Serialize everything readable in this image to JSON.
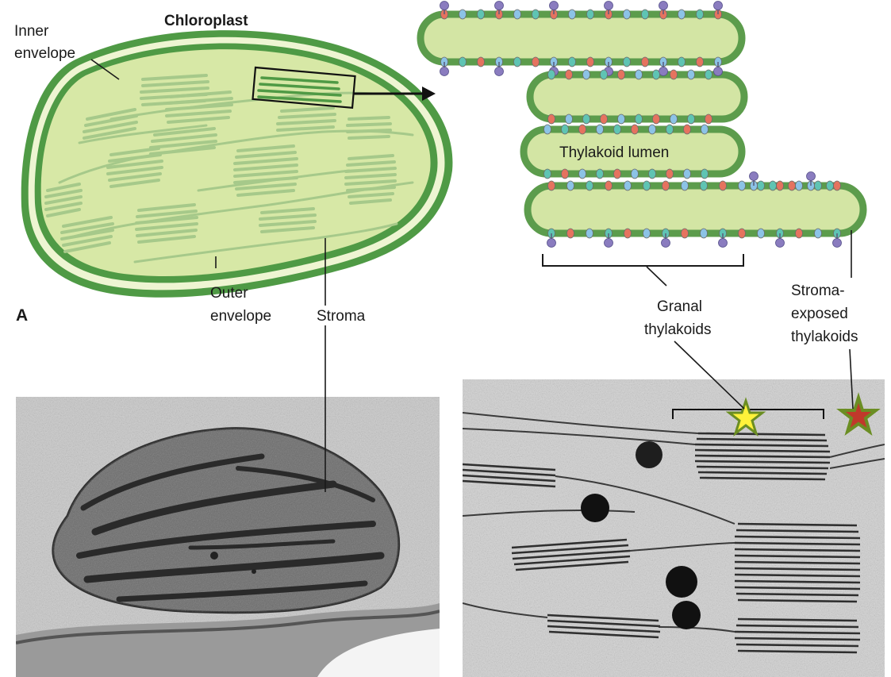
{
  "labels": {
    "chloroplast": "Chloroplast",
    "inner_envelope_1": "Inner",
    "inner_envelope_2": "envelope",
    "outer_envelope_1": "Outer",
    "outer_envelope_2": "envelope",
    "stroma": "Stroma",
    "panel_a": "A",
    "thylakoid_lumen": "Thylakoid lumen",
    "granal_1": "Granal",
    "granal_2": "thylakoids",
    "stroma_exposed_1": "Stroma-",
    "stroma_exposed_2": "exposed",
    "stroma_exposed_3": "thylakoids"
  },
  "colors": {
    "envelope_green": "#4f9a45",
    "stroma_fill": "#d7e8a6",
    "grana_green": "#a6c98a",
    "lumen_fill": "#d3e5a4",
    "membrane_green": "#5c9c4c",
    "protein_purple": "#8a7cbf",
    "protein_teal": "#5fc4b3",
    "protein_blue": "#8cc3e6",
    "protein_red": "#e5735f",
    "star_yellow": "#fff23a",
    "star_red": "#c0392b",
    "star_outline": "#6b8e23"
  }
}
